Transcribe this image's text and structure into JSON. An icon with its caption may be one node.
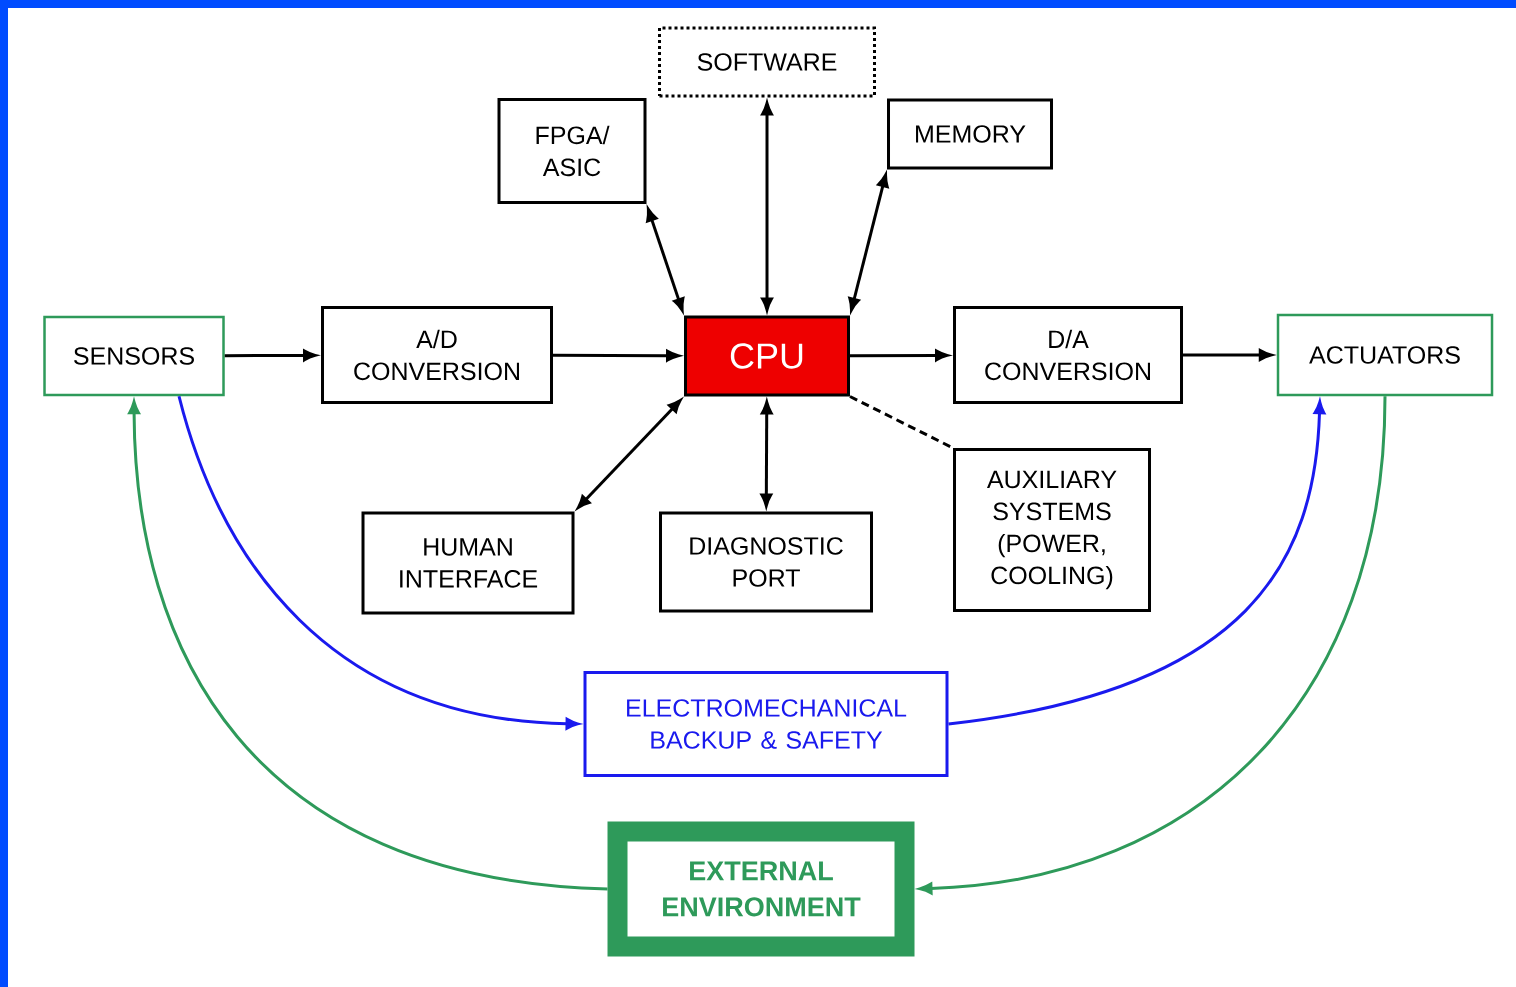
{
  "diagram": {
    "nodes": [
      {
        "text": [
          "SOFTWARE"
        ]
      },
      {
        "text": [
          "FPGA/ ASIC"
        ]
      },
      {
        "text": [
          "MEMORY"
        ]
      },
      {
        "text": [
          "SENSORS"
        ]
      },
      {
        "text": [
          "A/D CONVERSION"
        ]
      },
      {
        "text": [
          "CPU"
        ]
      },
      {
        "text": [
          "D/A CONVERSION"
        ]
      },
      {
        "text": [
          "ACTUATORS"
        ]
      },
      {
        "text": [
          "HUMAN INTERFACE"
        ]
      },
      {
        "text": [
          "DIAGNOSTIC PORT"
        ]
      },
      {
        "text": [
          "AUXILIARY SYSTEMS (POWER, COOLING)"
        ]
      },
      {
        "text": [
          "ELECTROMECHANICAL BACKUP & SAFETY"
        ]
      },
      {
        "text": [
          "EXTERNAL ENVIRONMENT"
        ]
      }
    ],
    "edges": [
      {
        "from": 5,
        "to": 0,
        "arrow": "both"
      },
      {
        "from": 5,
        "to": 1,
        "arrow": "both"
      },
      {
        "from": 5,
        "to": 2,
        "arrow": "both"
      },
      {
        "from": 3,
        "to": 4,
        "arrow": "to"
      },
      {
        "from": 4,
        "to": 5,
        "arrow": "to"
      },
      {
        "from": 5,
        "to": 6,
        "arrow": "to"
      },
      {
        "from": 6,
        "to": 7,
        "arrow": "to"
      },
      {
        "from": 5,
        "to": 8,
        "arrow": "both"
      },
      {
        "from": 5,
        "to": 9,
        "arrow": "both"
      },
      {
        "from": 5,
        "to": 10,
        "arrow": "none",
        "style": "dashed"
      },
      {
        "from": 3,
        "to": 11,
        "arrow": "to",
        "color": "#1a1aee"
      },
      {
        "from": 11,
        "to": 7,
        "arrow": "to",
        "color": "#1a1aee"
      },
      {
        "from": 12,
        "to": 3,
        "arrow": "to",
        "color": "#2e9a5a"
      },
      {
        "from": 7,
        "to": 12,
        "arrow": "to",
        "color": "#2e9a5a"
      }
    ]
  }
}
